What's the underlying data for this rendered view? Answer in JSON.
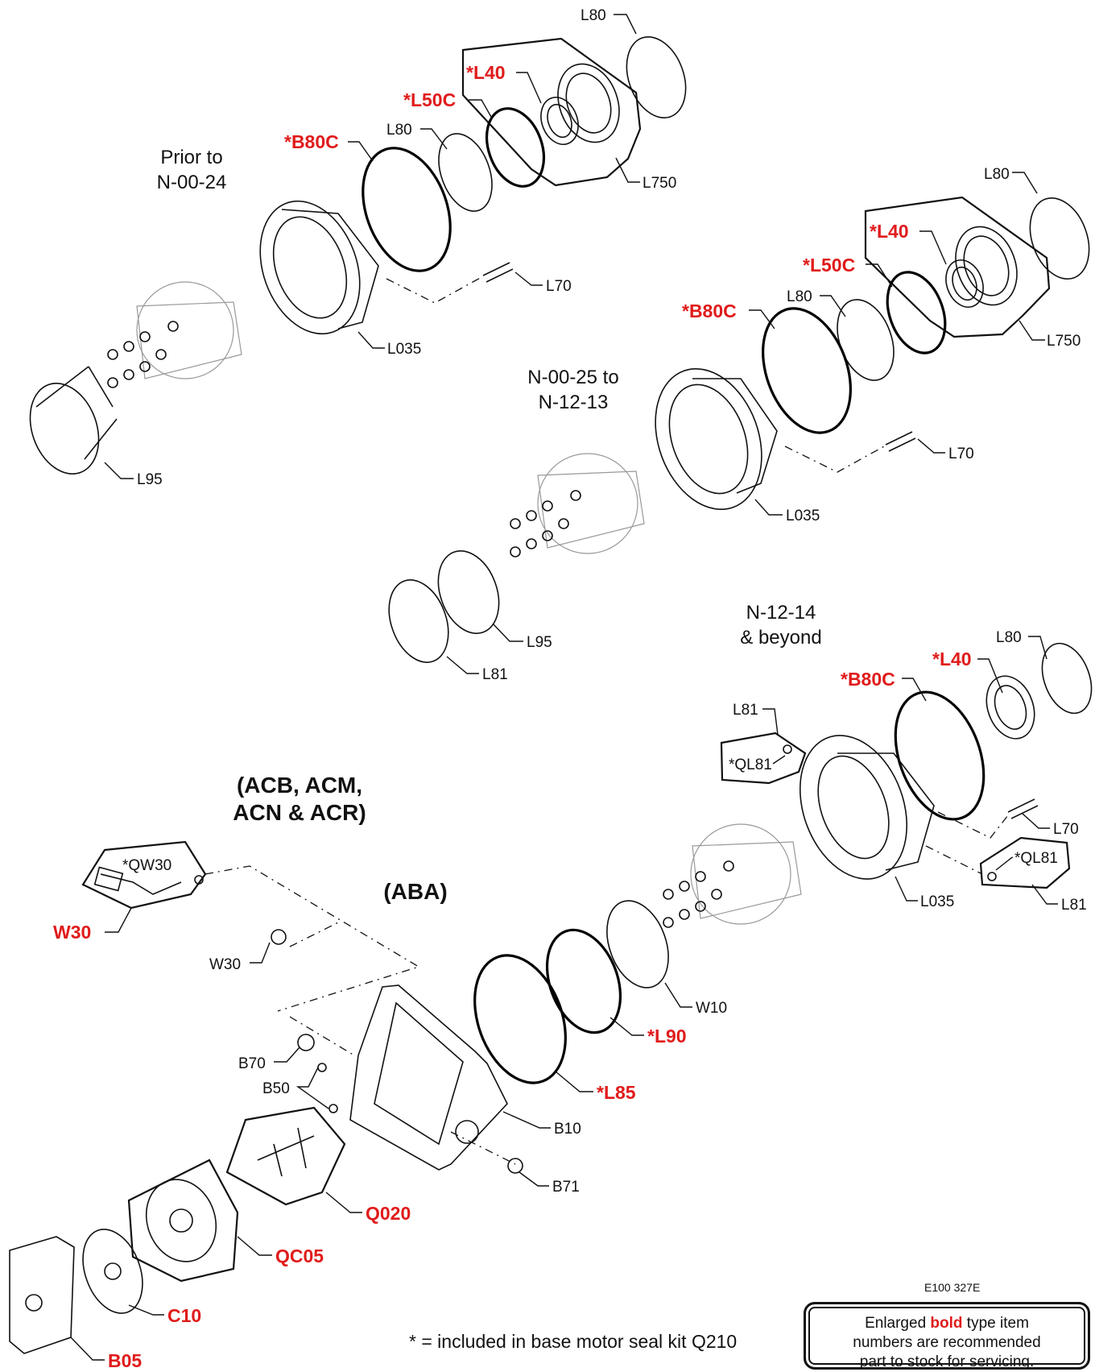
{
  "section_headers": {
    "prior": [
      "Prior to",
      "N-00-24"
    ],
    "mid": [
      "N-00-25 to",
      "N-12-13"
    ],
    "late": [
      "N-12-14",
      "& beyond"
    ],
    "acb": [
      "(ACB, ACM,",
      "ACN & ACR)"
    ],
    "aba": "(ABA)"
  },
  "callouts": {
    "p1_L80a": "L80",
    "p1_L40": "*L40",
    "p1_L50C": "*L50C",
    "p1_L80b": "L80",
    "p1_B80C": "*B80C",
    "p1_L750": "L750",
    "p1_L70": "L70",
    "p1_L035": "L035",
    "p1_L95": "L95",
    "p2_L80a": "L80",
    "p2_L40": "*L40",
    "p2_L50C": "*L50C",
    "p2_L80b": "L80",
    "p2_B80C": "*B80C",
    "p2_L750": "L750",
    "p2_L70": "L70",
    "p2_L035": "L035",
    "p2_L95": "L95",
    "p2_L81": "L81",
    "p3_L80": "L80",
    "p3_L40": "*L40",
    "p3_B80C": "*B80C",
    "p3_L81a": "L81",
    "p3_QL81a": "*QL81",
    "p3_L70": "L70",
    "p3_QL81b": "*QL81",
    "p3_L035": "L035",
    "p3_L81b": "L81",
    "QW30": "*QW30",
    "W30red": "W30",
    "W30": "W30",
    "W10": "W10",
    "L90": "*L90",
    "L85": "*L85",
    "B70": "B70",
    "B50": "B50",
    "B10": "B10",
    "B71": "B71",
    "Q020": "Q020",
    "QC05": "QC05",
    "C10": "C10",
    "B05": "B05"
  },
  "doc_id": "E100 327E",
  "kit_note": "* = included in base motor seal kit Q210",
  "stock_note": {
    "line1_pre": "Enlarged ",
    "line1_bold": "bold",
    "line1_post": " type item",
    "line2": "numbers are recommended",
    "line3": "part to stock for servicing."
  },
  "colors": {
    "emphasis": "#e01b1b",
    "ink": "#111111"
  }
}
